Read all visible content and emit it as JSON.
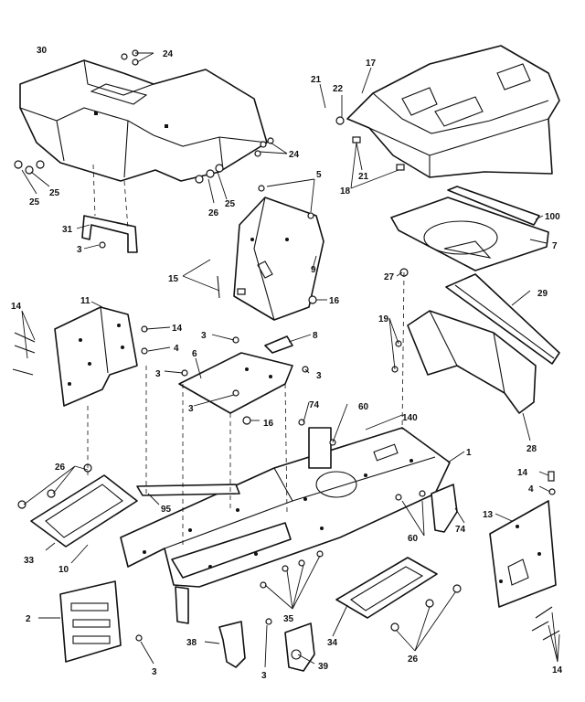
{
  "callouts": {
    "c30": "30",
    "c24a": "24",
    "c24b": "24",
    "c25a": "25",
    "c25b": "25",
    "c26a": "26",
    "c25c": "25",
    "c31": "31",
    "c3a": "3",
    "c21a": "21",
    "c22": "22",
    "c17": "17",
    "c21b": "21",
    "c18": "18",
    "c5": "5",
    "c100": "100",
    "c7": "7",
    "c27": "27",
    "c9": "9",
    "c15": "15",
    "c16a": "16",
    "c14a": "14",
    "c11": "11",
    "c14b": "14",
    "c4a": "4",
    "c3b": "3",
    "c6": "6",
    "c3c": "3",
    "c3d": "3",
    "c8": "8",
    "c3e": "3",
    "c16b": "16",
    "c29": "29",
    "c19": "19",
    "c28": "28",
    "c74a": "74",
    "c60a": "60",
    "c140": "140",
    "c1": "1",
    "c26b": "26",
    "c95": "95",
    "c33": "33",
    "c10": "10",
    "c60b": "60",
    "c74b": "74",
    "c14c": "14",
    "c4b": "4",
    "c13": "13",
    "c2": "2",
    "c3f": "3",
    "c38": "38",
    "c3g": "3",
    "c35": "35",
    "c39": "39",
    "c34": "34",
    "c26c": "26",
    "c14d": "14"
  }
}
